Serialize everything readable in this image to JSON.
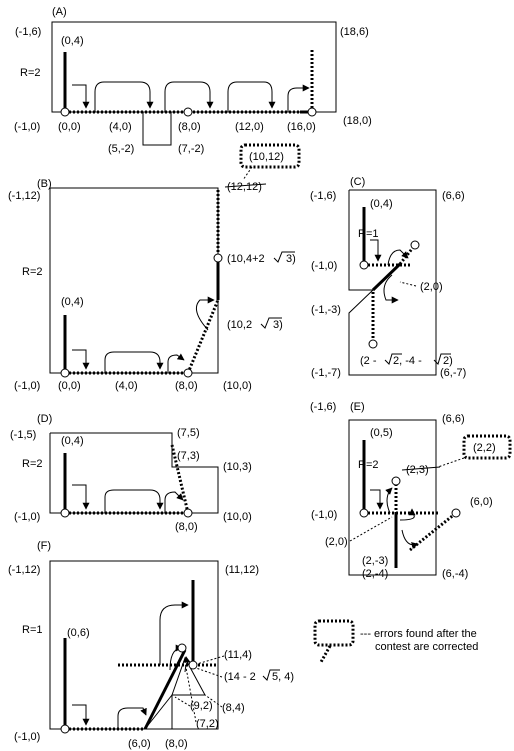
{
  "panels": {
    "A": {
      "title": "(A)",
      "r": "R=2",
      "labels": [
        "(-1,6)",
        "(18,6)",
        "(0,4)",
        "(-1,0)",
        "(0,0)",
        "(4,0)",
        "(8,0)",
        "(12,0)",
        "(16,0)",
        "(18,0)",
        "(5,-2)",
        "(7,-2)"
      ]
    },
    "B": {
      "title": "(B)",
      "r": "R=2",
      "labels": [
        "(-1,12)",
        "(0,4)",
        "(-1,0)",
        "(0,0)",
        "(4,0)",
        "(8,0)",
        "(10,0)",
        "(10,2",
        "3)",
        "(10,4+2",
        "3)"
      ],
      "crossed": "(12,12)",
      "correction": "(10,12)"
    },
    "C": {
      "title": "(C)",
      "r": "R=1",
      "labels": [
        "(-1,6)",
        "(6,6)",
        "(0,4)",
        "(-1,0)",
        "(-1,-3)",
        "(2,0)",
        "(-1,-7)",
        "(6,-7)",
        "(2 -",
        "2, -4 -",
        "2)"
      ]
    },
    "D": {
      "title": "(D)",
      "r": "R=2",
      "labels": [
        "(-1,5)",
        "(7,5)",
        "(7,3)",
        "(10,3)",
        "(0,4)",
        "(-1,0)",
        "(8,0)",
        "(10,0)"
      ]
    },
    "E": {
      "title": "(E)",
      "r": "R=2",
      "labels": [
        "(-1,6)",
        "(6,6)",
        "(0,5)",
        "(6,0)",
        "(-1,0)",
        "(2,0)",
        "(2,-3)",
        "(2,-4)",
        "(6,-4)"
      ],
      "crossed": "(2,3)",
      "correction": "(2,2)"
    },
    "F": {
      "title": "(F)",
      "r": "R=1",
      "labels": [
        "(-1,12)",
        "(11,12)",
        "(0,6)",
        "(11,4)",
        "(14 - 2",
        "5, 4)",
        "(9,2)",
        "(8,4)",
        "(7,2)",
        "(-1,0)",
        "(6,0)",
        "(8,0)"
      ]
    }
  },
  "legend": {
    "line1": "--- errors found after the",
    "line2": "contest are corrected"
  }
}
